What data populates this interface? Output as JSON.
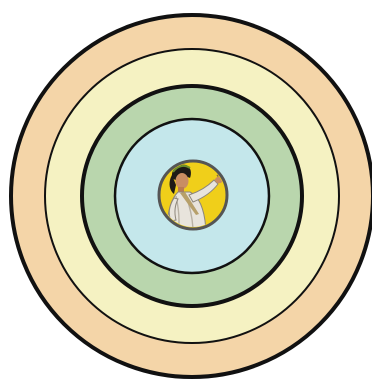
{
  "diagram": {
    "type": "concentric-circles",
    "rings": [
      {
        "name": "outer-ring",
        "fill": "#f4d5a8",
        "stroke": "#111111"
      },
      {
        "name": "second-ring",
        "fill": "#f5f2c2",
        "stroke": "#111111"
      },
      {
        "name": "third-ring",
        "fill": "#b9d6ad",
        "stroke": "#111111"
      },
      {
        "name": "inner-ring",
        "fill": "#c4e7eb",
        "stroke": "#111111"
      }
    ],
    "center_image": {
      "description_icon": "robed-figure-icon",
      "background": "#f0cf1a",
      "stroke": "#555555"
    }
  }
}
